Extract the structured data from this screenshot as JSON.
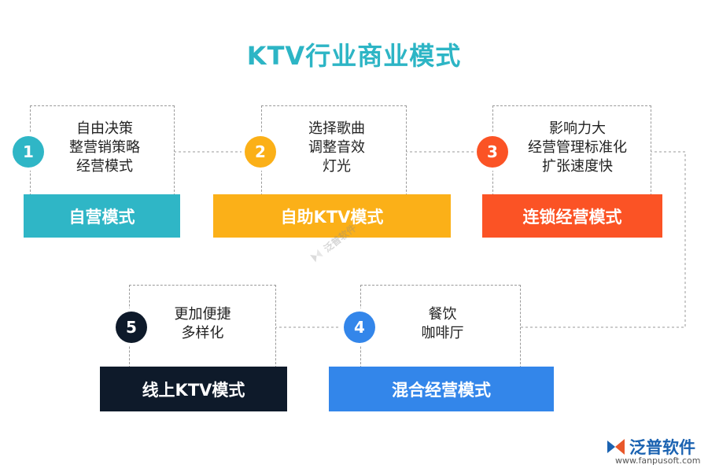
{
  "title": "KTV行业商业模式",
  "steps": [
    {
      "number": "1",
      "lines": [
        "自由决策",
        "整营销策略",
        "经营模式"
      ],
      "label": "自营模式",
      "color": "#2fb6c6"
    },
    {
      "number": "2",
      "lines": [
        "选择歌曲",
        "调整音效",
        "灯光"
      ],
      "label": "自助KTV模式",
      "color": "#fbb018"
    },
    {
      "number": "3",
      "lines": [
        "影响力大",
        "经营管理标准化",
        "扩张速度快"
      ],
      "label": "连锁经营模式",
      "color": "#fb5325"
    },
    {
      "number": "4",
      "lines": [
        "餐饮",
        "咖啡厅"
      ],
      "label": "混合经营模式",
      "color": "#3386ea"
    },
    {
      "number": "5",
      "lines": [
        "更加便捷",
        "多样化"
      ],
      "label": "线上KTV模式",
      "color": "#0e1a2a"
    }
  ],
  "watermark": "泛普软件",
  "logo": {
    "name": "泛普软件",
    "url": "www.fanpusoft.com"
  }
}
